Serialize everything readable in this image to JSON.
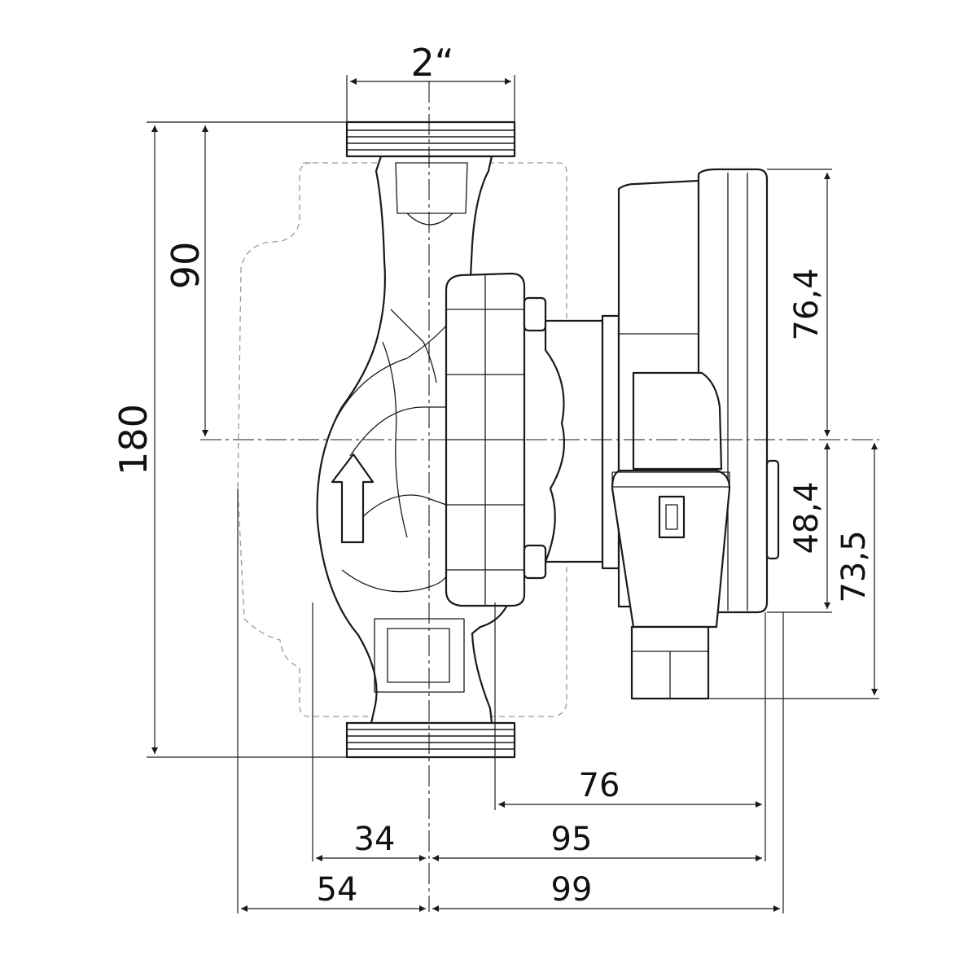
{
  "dimensions": {
    "thread_size": "2“",
    "inlet_to_axis_height": "90",
    "overall_height": "180",
    "motor_upper_height": "76,4",
    "motor_lower_height": "48,4",
    "box_lower_height": "73,5",
    "face_to_housing_width": "76",
    "axis_to_box_width": "95",
    "axis_to_motor_width": "99",
    "axis_to_body_width": "34",
    "axis_to_insulation_width": "54"
  }
}
